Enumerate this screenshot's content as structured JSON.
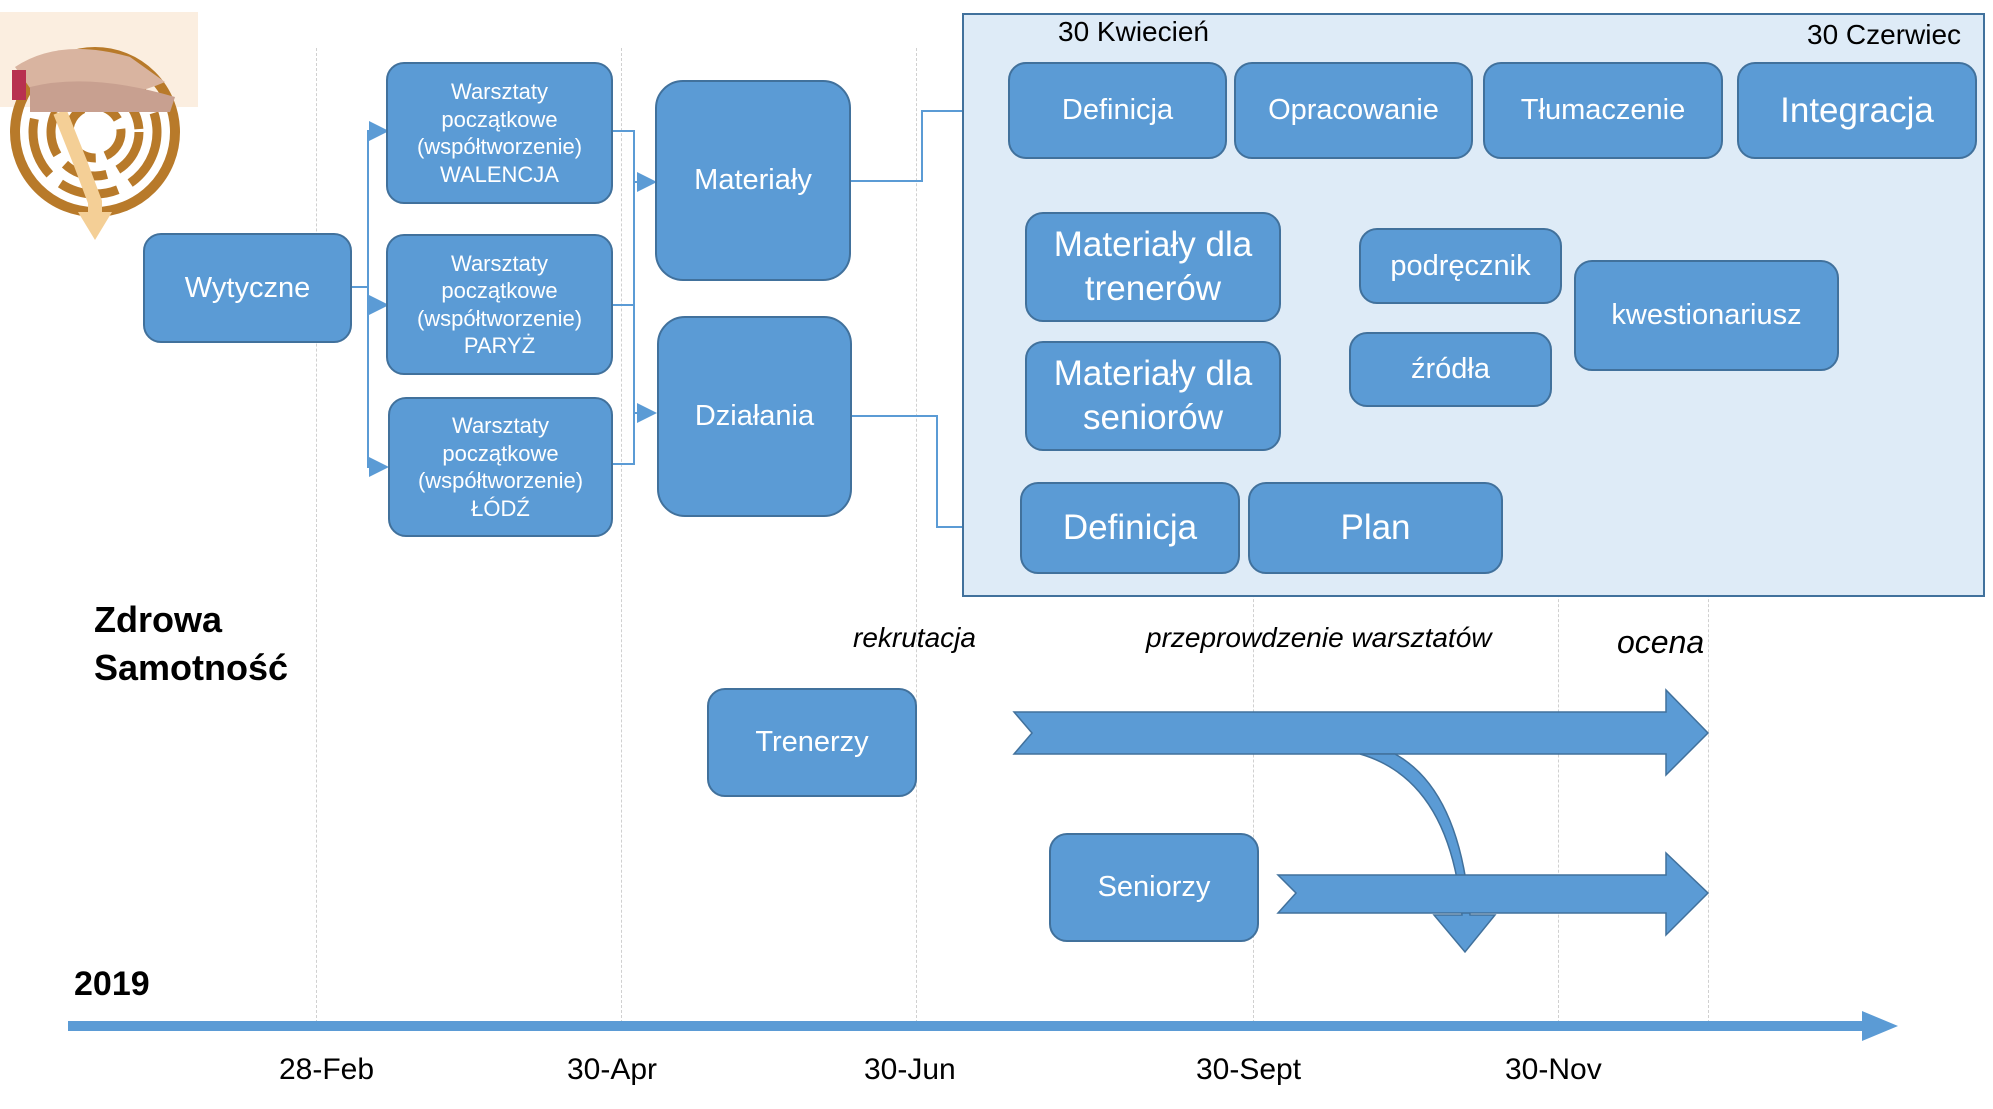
{
  "title": {
    "line1": "Zdrowa",
    "line2": "Samotność"
  },
  "year": "2019",
  "logo": {
    "icon": "maze-hands-logo-icon"
  },
  "timeline": {
    "ticks": [
      "28-Feb",
      "30-Apr",
      "30-Jun",
      "30-Sept",
      "30-Nov"
    ]
  },
  "boxes": {
    "wytyczne": "Wytyczne",
    "workshop_valencia": [
      "Warsztaty",
      "początkowe",
      "(współtworzenie)",
      "WALENCJA"
    ],
    "workshop_paris": [
      "Warsztaty",
      "początkowe",
      "(współtworzenie)",
      "PARYŻ"
    ],
    "workshop_lodz": [
      "Warsztaty",
      "początkowe",
      "(współtworzenie)",
      "ŁÓDŹ"
    ],
    "materialy": "Materiały",
    "dzialania": "Działania"
  },
  "panel": {
    "start_label": "30 Kwiecień",
    "end_label": "30 Czerwiec",
    "row1": [
      "Definicja",
      "Opracowanie",
      "Tłumaczenie",
      "Integracja"
    ],
    "materials_trainers": [
      "Materiały dla",
      "trenerów"
    ],
    "materials_seniors": [
      "Materiały dla",
      "seniorów"
    ],
    "podrecznik": "podręcznik",
    "zrodla": "źródła",
    "kwestionariusz": "kwestionariusz",
    "definicja2": "Definicja",
    "plan": "Plan"
  },
  "phases": {
    "rekrutacja": "rekrutacja",
    "przeprowadzenie": "przeprowdzenie warsztatów",
    "ocena": "ocena"
  },
  "participants": {
    "trenerzy": "Trenerzy",
    "seniorzy": "Seniorzy"
  },
  "colors": {
    "box": "#5b9bd5",
    "box_border": "#41719c",
    "panel": "#deebf7",
    "arrow": "#5b9bd5"
  }
}
